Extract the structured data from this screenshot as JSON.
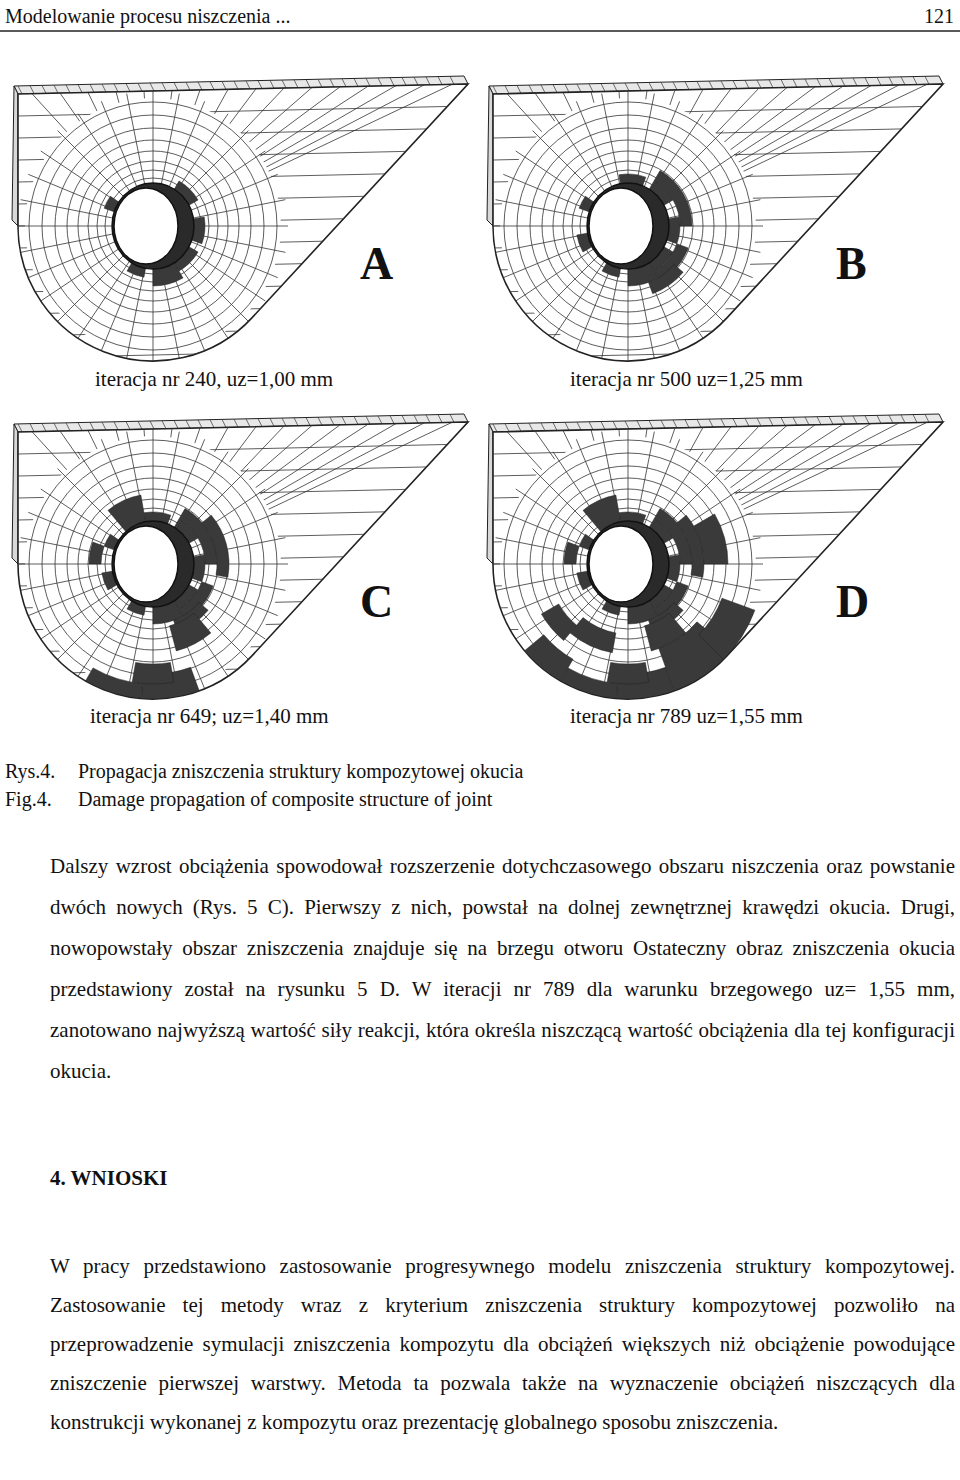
{
  "diagram": {
    "labels": [
      "Modelowanie procesu niszczenia ...",
      "121",
      "A",
      "B",
      "iteracja nr 240, uz=1,00 mm",
      "iteracja nr 500 uz=1,25 mm",
      "C",
      "D",
      "iteracja nr 649; uz=1,40 mm",
      "iteracja nr 789 uz=1,55 mm",
      "Rys.4.",
      "Propagacja zniszczenia struktury kompozytowej okucia",
      "Fig.4.",
      "Damage propagation of composite structure of joint",
      "Dalszy wzrost obciążenia spowodował rozszerzenie dotychczasowego obszaru niszczenia oraz powstanie dwóch nowych (Rys. 5 C). Pierwszy z nich, powstał na dolnej zewnętrznej krawędzi okucia. Drugi, nowopowstały obszar zniszczenia znajduje się na brzegu otworu Ostateczny obraz zniszczenia okucia przedstawiony został na rysunku 5 D. W iteracji nr 789 dla warunku brzegowego uz= 1,55 mm, zanotowano najwyższą wartość siły reakcji, która określa niszczącą wartość obciążenia dla tej konfiguracji okucia.",
      "4. WNIOSKI",
      "W pracy przedstawiono zastosowanie progresywnego modelu zniszczenia struktury kompozytowej. Zastosowanie tej metody wraz z kryterium zniszczenia struktury kompozytowej pozwoliło na przeprowadzenie symulacji zniszczenia kompozytu dla obciążeń większych niż obciążenie powodujące zniszczenie pierwszej warstwy. Metoda ta pozwala także na wyznaczenie obciążeń niszczących dla konstrukcji wykonanej z kompozytu oraz prezentację globalnego sposobu zniszczenia."
    ]
  }
}
